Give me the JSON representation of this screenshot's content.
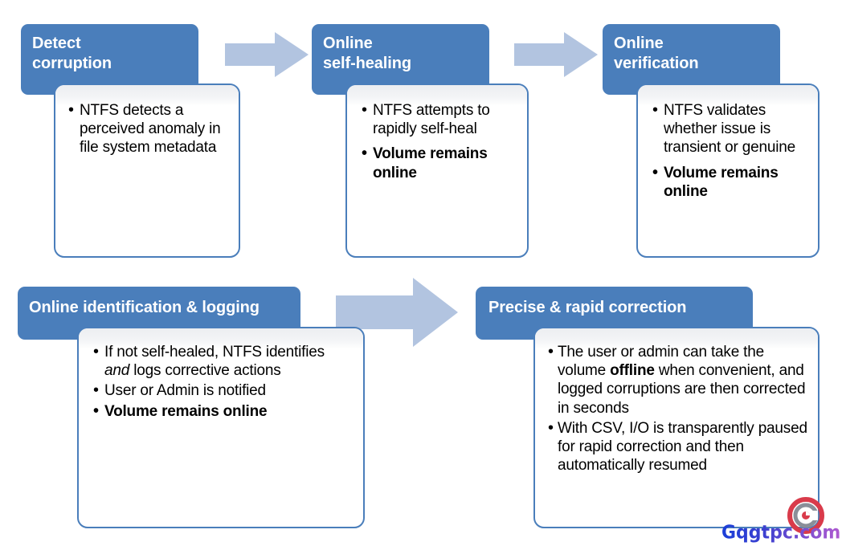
{
  "diagram": {
    "title": "NTFS online corruption detection and repair process",
    "colors": {
      "header_blue": "#4A7EBB",
      "card_border": "#4A7EBB",
      "card_fill": "#FFFFFF",
      "arrow_fill": "#B2C4E0",
      "header_text": "#FFFFFF",
      "body_text": "#000000"
    },
    "blocks": [
      {
        "id": "detect-corruption",
        "header": "Detect\ncorruption",
        "header_line1": "Detect",
        "header_line2": "corruption",
        "bullets": [
          {
            "text": "NTFS detects a perceived anomaly in file system metadata",
            "bold": false
          }
        ]
      },
      {
        "id": "online-self-healing",
        "header": "Online\nself-healing",
        "header_line1": "Online",
        "header_line2": "self-healing",
        "bullets": [
          {
            "text": "NTFS attempts to rapidly self-heal",
            "bold": false
          },
          {
            "text": "Volume remains online",
            "bold": true
          }
        ]
      },
      {
        "id": "online-verification",
        "header": "Online\nverification",
        "header_line1": "Online",
        "header_line2": "verification",
        "bullets": [
          {
            "text": "NTFS validates whether issue is transient or genuine",
            "bold": false
          },
          {
            "text": "Volume remains online",
            "bold": true
          }
        ]
      },
      {
        "id": "online-identification-logging",
        "header": "Online identification & logging",
        "header_line1": "Online identification & logging",
        "header_line2": "",
        "bullets": [
          {
            "text": "If not self-healed, NTFS identifies and logs corrective actions",
            "bold": false,
            "italic_word": "and"
          },
          {
            "text": "User or Admin is notified",
            "bold": false
          },
          {
            "text": "Volume remains online",
            "bold": true
          }
        ]
      },
      {
        "id": "precise-rapid-correction",
        "header": "Precise & rapid correction",
        "header_line1": "Precise & rapid correction",
        "header_line2": "",
        "bullets": [
          {
            "text": "The user or admin can take the volume offline when convenient, and logged corruptions are then corrected in seconds",
            "bold": false,
            "bold_word": "offline"
          },
          {
            "text": "With CSV, I/O is transparently paused for rapid correction and then automatically resumed",
            "bold": false
          }
        ]
      }
    ],
    "arrows": [
      {
        "id": "arrow-1",
        "from": "detect-corruption",
        "to": "online-self-healing",
        "direction": "right"
      },
      {
        "id": "arrow-2",
        "from": "online-self-healing",
        "to": "online-verification",
        "direction": "right"
      },
      {
        "id": "arrow-3",
        "from": "online-identification-logging",
        "to": "precise-rapid-correction",
        "direction": "right"
      }
    ]
  },
  "watermark": {
    "text": "Gqgtpc.com",
    "logo_name": "circular-c-logo"
  }
}
